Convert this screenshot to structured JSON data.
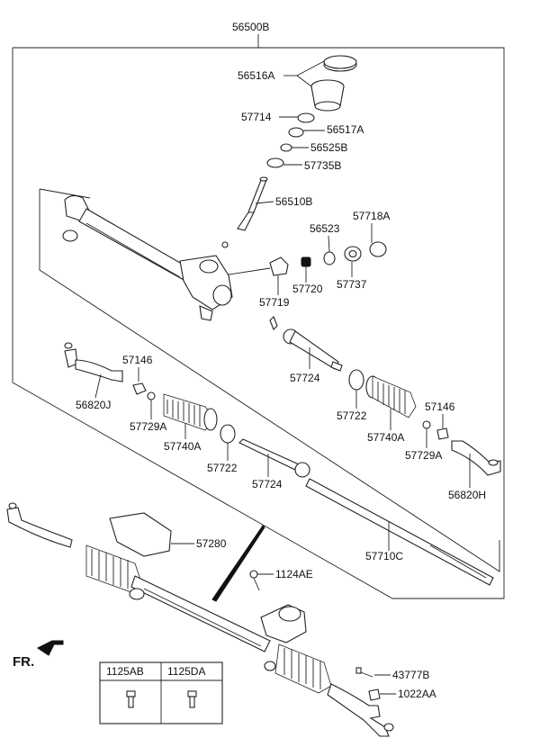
{
  "assembly_label": "56500B",
  "labels": {
    "p56516A": "56516A",
    "p57714": "57714",
    "p56517A": "56517A",
    "p56525B": "56525B",
    "p57735B": "57735B",
    "p56510B": "56510B",
    "p56523": "56523",
    "p57718A": "57718A",
    "p57719": "57719",
    "p57720": "57720",
    "p57737": "57737",
    "p57724_upper": "57724",
    "p57146_left": "57146",
    "p56820J": "56820J",
    "p57729A_left": "57729A",
    "p57740A_left": "57740A",
    "p57722_left": "57722",
    "p57724_lower": "57724",
    "p57722_right": "57722",
    "p57740A_right": "57740A",
    "p57146_right": "57146",
    "p57729A_right": "57729A",
    "p56820H": "56820H",
    "p57710C": "57710C",
    "p57280": "57280",
    "p1124AE": "1124AE",
    "p43777B": "43777B",
    "p1022AA": "1022AA"
  },
  "direction_marker": "FR.",
  "fastener_table": {
    "col1": "1125AB",
    "col2": "1125DA"
  }
}
